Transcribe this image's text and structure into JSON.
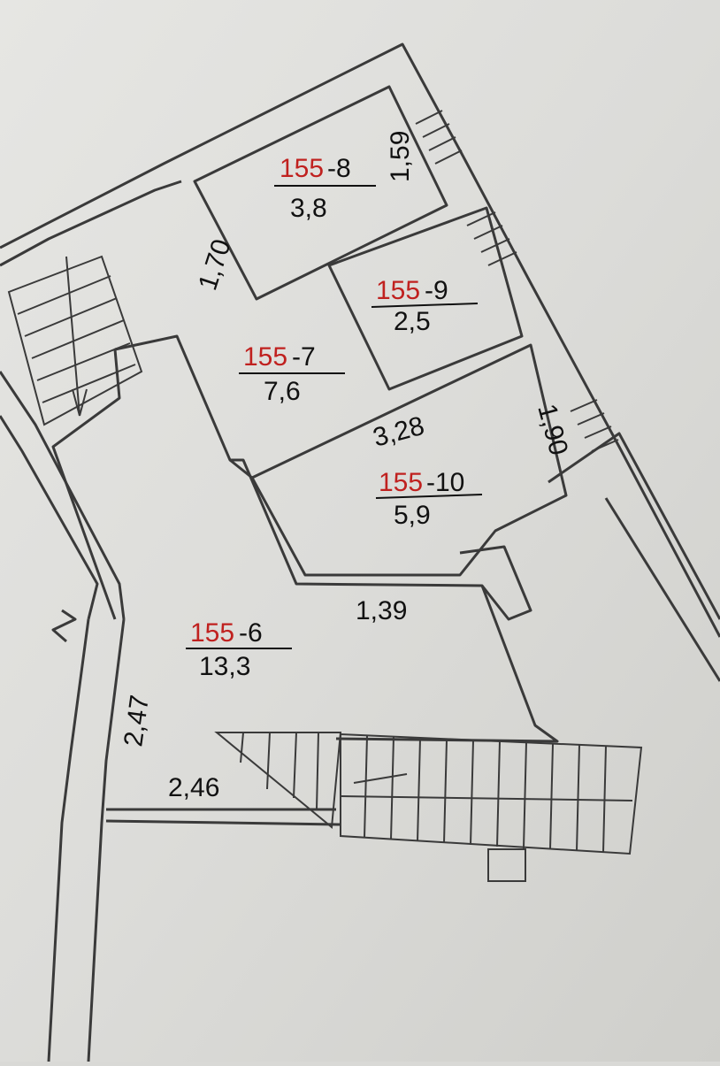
{
  "rooms": [
    {
      "prefix": "155",
      "suffix": "-8",
      "area": "3,8"
    },
    {
      "prefix": "155",
      "suffix": "-9",
      "area": "2,5"
    },
    {
      "prefix": "155",
      "suffix": "-7",
      "area": "7,6"
    },
    {
      "prefix": "155",
      "suffix": "-10",
      "area": "5,9"
    },
    {
      "prefix": "155",
      "suffix": "-6",
      "area": "13,3"
    }
  ],
  "dimensions": {
    "d159": "1,59",
    "d170": "1,70",
    "d328": "3,28",
    "d190": "1,90",
    "d139": "1,39",
    "d247": "2,47",
    "d246": "2,46"
  },
  "colors": {
    "ink": "#3a3a3a",
    "stamp_red": "#c0211f",
    "paper": "#d9d9d6"
  }
}
